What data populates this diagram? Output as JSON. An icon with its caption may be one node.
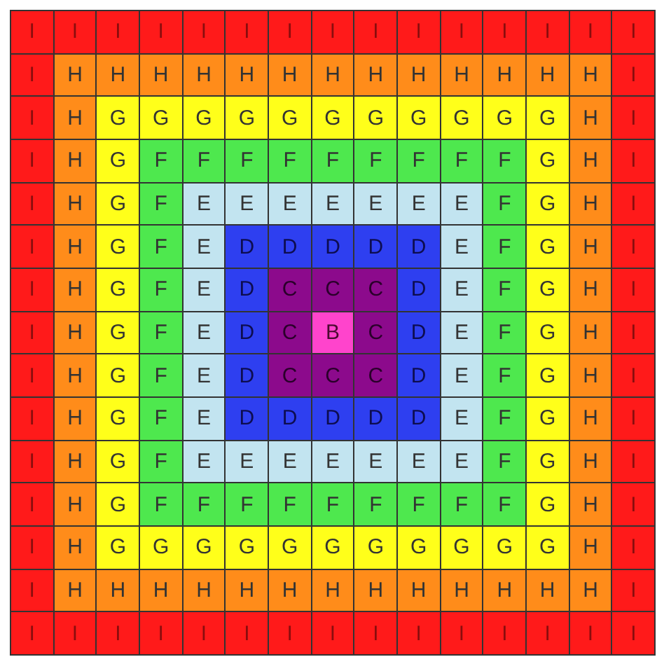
{
  "diagram": {
    "labels": [
      "I",
      "I",
      "I",
      "I",
      "I",
      "I",
      "I",
      "I",
      "I",
      "I",
      "I",
      "I",
      "I",
      "I",
      "I",
      "I",
      "H",
      "H",
      "H",
      "H",
      "H",
      "H",
      "H",
      "H",
      "H",
      "H",
      "H",
      "H",
      "H",
      "I",
      "I",
      "H",
      "G",
      "G",
      "G",
      "G",
      "G",
      "G",
      "G",
      "G",
      "G",
      "G",
      "G",
      "H",
      "I",
      "I",
      "H",
      "G",
      "F",
      "F",
      "F",
      "F",
      "F",
      "F",
      "F",
      "F",
      "F",
      "G",
      "H",
      "I",
      "I",
      "H",
      "G",
      "F",
      "E",
      "E",
      "E",
      "E",
      "E",
      "E",
      "E",
      "F",
      "G",
      "H",
      "I",
      "I",
      "H",
      "G",
      "F",
      "E",
      "D",
      "D",
      "D",
      "D",
      "D",
      "E",
      "F",
      "G",
      "H",
      "I",
      "I",
      "H",
      "G",
      "F",
      "E",
      "D",
      "C",
      "C",
      "C",
      "D",
      "E",
      "F",
      "G",
      "H",
      "I",
      "I",
      "H",
      "G",
      "F",
      "E",
      "D",
      "C",
      "B",
      "C",
      "D",
      "E",
      "F",
      "G",
      "H",
      "I",
      "I",
      "H",
      "G",
      "F",
      "E",
      "D",
      "C",
      "C",
      "C",
      "D",
      "E",
      "F",
      "G",
      "H",
      "I",
      "I",
      "H",
      "G",
      "F",
      "E",
      "D",
      "D",
      "D",
      "D",
      "D",
      "E",
      "F",
      "G",
      "H",
      "I",
      "I",
      "H",
      "G",
      "F",
      "E",
      "E",
      "E",
      "E",
      "E",
      "E",
      "E",
      "F",
      "G",
      "H",
      "I",
      "I",
      "H",
      "G",
      "F",
      "F",
      "F",
      "F",
      "F",
      "F",
      "F",
      "F",
      "F",
      "G",
      "H",
      "I",
      "I",
      "H",
      "G",
      "G",
      "G",
      "G",
      "G",
      "G",
      "G",
      "G",
      "G",
      "G",
      "G",
      "H",
      "I",
      "I",
      "H",
      "H",
      "H",
      "H",
      "H",
      "H",
      "H",
      "H",
      "H",
      "H",
      "H",
      "H",
      "H",
      "I",
      "I",
      "I",
      "I",
      "I",
      "I",
      "I",
      "I",
      "I",
      "I",
      "I",
      "I",
      "I",
      "I",
      "I",
      "I"
    ]
  }
}
